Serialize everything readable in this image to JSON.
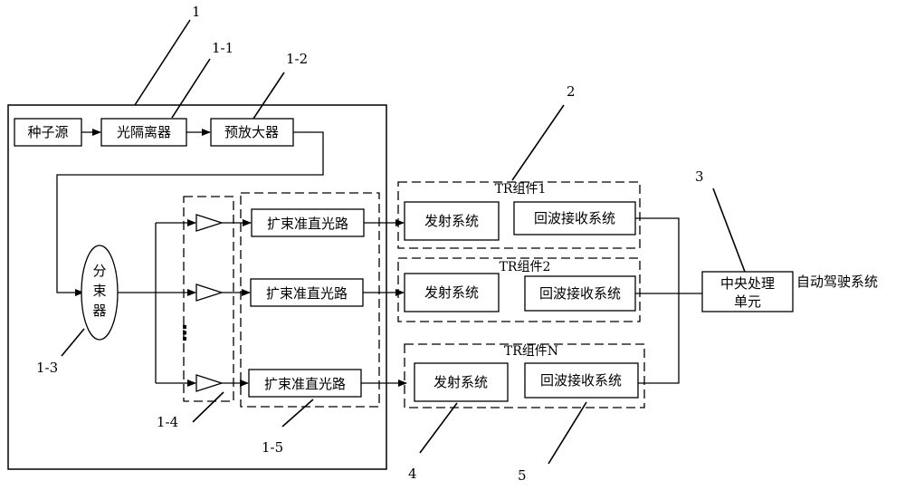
{
  "labels": {
    "seed_source": "种子源",
    "optical_isolator": "光隔离器",
    "preamplifier": "预放大器",
    "splitter_1": "分",
    "splitter_2": "束",
    "splitter_3": "器",
    "collimation": "扩束准直光路",
    "transmit": "发射系统",
    "echo_receive": "回波接收系统",
    "tr_1": "TR组件1",
    "tr_2": "TR组件2",
    "tr_n": "TR组件N",
    "cpu_1": "中央处理",
    "cpu_2": "单元",
    "autopilot": "自动驾驶系统",
    "dots": "⋮"
  },
  "refs": {
    "r1": "1",
    "r1_1": "1-1",
    "r1_2": "1-2",
    "r1_3": "1-3",
    "r1_4": "1-4",
    "r1_5": "1-5",
    "r2": "2",
    "r3": "3",
    "r4": "4",
    "r5": "5"
  }
}
